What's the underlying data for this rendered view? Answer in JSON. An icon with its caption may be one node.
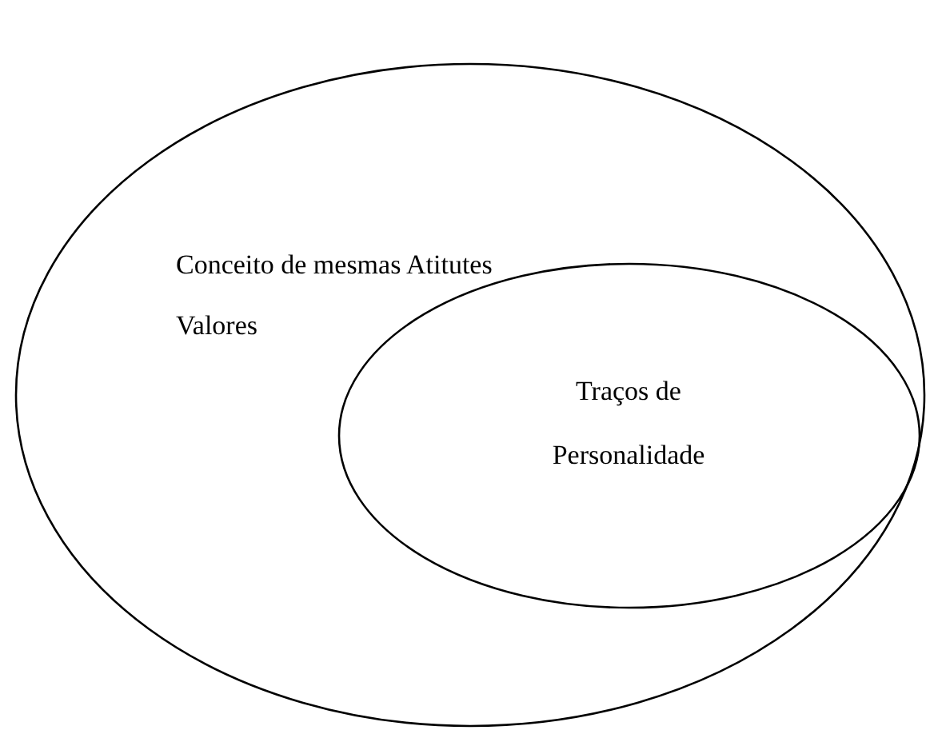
{
  "diagram": {
    "nodes": [
      {
        "text": [
          "Conceito de mesmas Atitutes",
          "Valores"
        ]
      },
      {
        "text": [
          "Traços de Personalidade"
        ],
        "in": 0
      }
    ]
  }
}
